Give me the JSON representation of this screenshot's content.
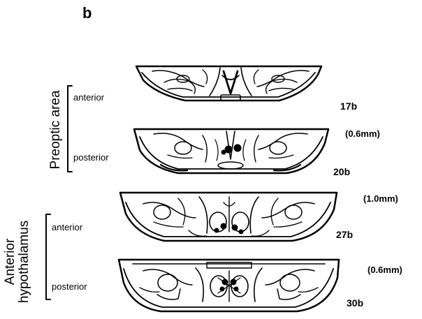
{
  "panel_label": "b",
  "region_preoptic": "Preoptic area",
  "region_hypothalamus_line1": "Anterior",
  "region_hypothalamus_line2": "hypothalamus",
  "sections": [
    {
      "sublabel": "anterior",
      "number": "17b"
    },
    {
      "sublabel": "posterior",
      "number": "20b"
    },
    {
      "sublabel": "anterior",
      "number": "27b"
    },
    {
      "sublabel": "posterior",
      "number": "30b"
    }
  ],
  "spacings": [
    "(0.6mm)",
    "(1.0mm)",
    "(0.6mm)"
  ]
}
